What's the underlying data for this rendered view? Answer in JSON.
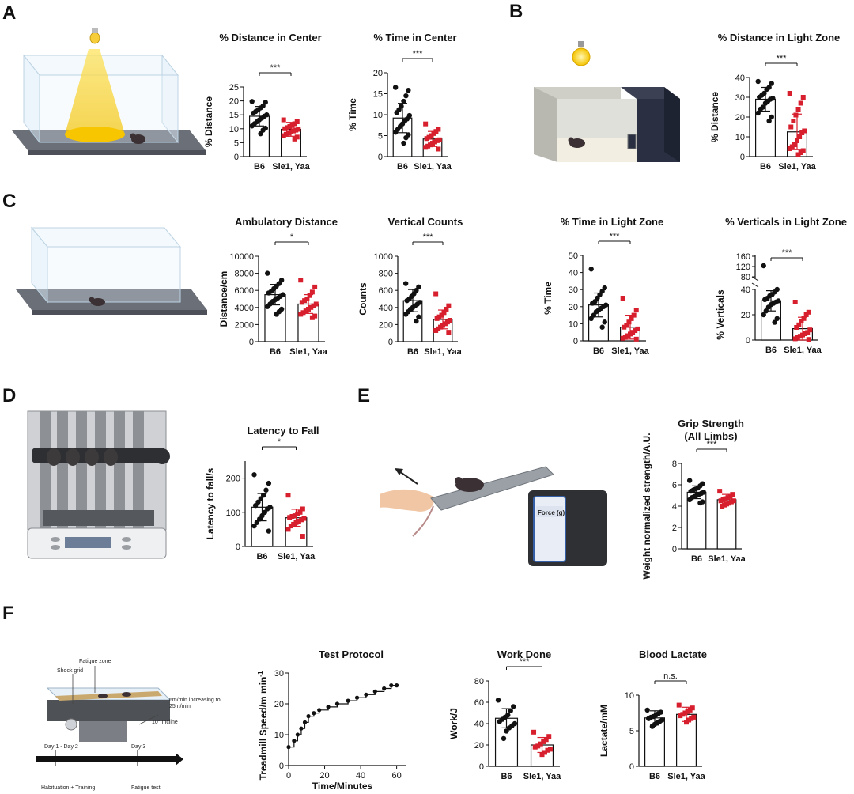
{
  "panels": {
    "A": "A",
    "B": "B",
    "C": "C",
    "D": "D",
    "E": "E",
    "F": "F"
  },
  "colors": {
    "b6": "#111111",
    "sle": "#d71f2e"
  },
  "schematic_text": {
    "force_label": "Force (g)",
    "fatigue_zone": "Fatigue zone",
    "shock_grid": "Shock grid",
    "speed_note_1": "6m/min increasing to",
    "speed_note_2": "25m/min",
    "incline": "10° Incline",
    "day12": "Day 1 - Day 2",
    "day3": "Day 3",
    "habituation": "Habituation + Training",
    "fatigue_test": "Fatigue test"
  },
  "chart_data": [
    {
      "id": "a1",
      "type": "bar",
      "title": "% Distance in Center",
      "ylabel": "% Distance",
      "ylim": [
        0,
        25
      ],
      "yticks": [
        0,
        5,
        10,
        15,
        20,
        25
      ],
      "categories": [
        "B6",
        "Sle1, Yaa"
      ],
      "values": [
        14.5,
        9.8
      ],
      "errors": [
        3.5,
        2.5
      ],
      "points": [
        [
          19.8,
          19.5,
          18.2,
          17.5,
          16.8,
          16.2,
          15.6,
          15,
          14.5,
          13.8,
          13.2,
          12.5,
          11.8,
          11,
          10.2,
          9.5,
          8.2
        ],
        [
          13.2,
          12.5,
          11.8,
          11.2,
          10.8,
          10.4,
          10,
          9.8,
          9.5,
          9.2,
          8.8,
          8.4,
          8,
          7.5,
          7,
          6.3
        ]
      ],
      "significance": "***"
    },
    {
      "id": "a2",
      "type": "bar",
      "title": "% Time in Center",
      "ylabel": "% Time",
      "ylim": [
        0,
        20
      ],
      "yticks": [
        0,
        5,
        10,
        15,
        20
      ],
      "categories": [
        "B6",
        "Sle1, Yaa"
      ],
      "values": [
        9.2,
        4.2
      ],
      "errors": [
        3.5,
        1.8
      ],
      "points": [
        [
          16.5,
          15.8,
          14.5,
          13.2,
          12,
          11.2,
          10.5,
          9.8,
          9,
          8.5,
          7.8,
          7.2,
          6.5,
          5.8,
          5.2,
          4.5,
          3.2
        ],
        [
          7.8,
          6.5,
          6,
          5.5,
          5,
          4.6,
          4.3,
          4,
          3.8,
          3.5,
          3.2,
          2.8,
          2.5,
          2.2,
          1.8
        ]
      ],
      "significance": "***"
    },
    {
      "id": "b1",
      "type": "bar",
      "title": "% Distance in Light Zone",
      "ylabel": "% Distance",
      "ylim": [
        0,
        40
      ],
      "yticks": [
        0,
        10,
        20,
        30,
        40
      ],
      "categories": [
        "B6",
        "Sle1, Yaa"
      ],
      "values": [
        29,
        12.5
      ],
      "errors": [
        6,
        9
      ],
      "points": [
        [
          38,
          37,
          35,
          34,
          32,
          31,
          30,
          29.5,
          29,
          28,
          27,
          25,
          24,
          22,
          20,
          18
        ],
        [
          32,
          30,
          27,
          24,
          21,
          18,
          15,
          13,
          12,
          10,
          8,
          6,
          5,
          4,
          3,
          2,
          1
        ]
      ],
      "significance": "***"
    },
    {
      "id": "c1",
      "type": "bar",
      "title": "Ambulatory Distance",
      "ylabel": "Distance/cm",
      "ylim": [
        0,
        10000
      ],
      "yticks": [
        0,
        2000,
        4000,
        6000,
        8000,
        10000
      ],
      "categories": [
        "B6",
        "Sle1, Yaa"
      ],
      "values": [
        5500,
        4400
      ],
      "errors": [
        1200,
        1100
      ],
      "points": [
        [
          8000,
          7200,
          6800,
          6500,
          6200,
          5900,
          5700,
          5500,
          5300,
          5100,
          4900,
          4700,
          4400,
          4100,
          3800,
          3500,
          3200
        ],
        [
          7200,
          6400,
          5800,
          5400,
          5000,
          4800,
          4600,
          4400,
          4200,
          4000,
          3800,
          3600,
          3400,
          3200,
          3000,
          2800
        ]
      ],
      "significance": "*"
    },
    {
      "id": "c2",
      "type": "bar",
      "title": "Vertical Counts",
      "ylabel": "Counts",
      "ylim": [
        0,
        1000
      ],
      "yticks": [
        0,
        200,
        400,
        600,
        800,
        1000
      ],
      "categories": [
        "B6",
        "Sle1, Yaa"
      ],
      "values": [
        480,
        260
      ],
      "errors": [
        130,
        110
      ],
      "points": [
        [
          680,
          640,
          600,
          560,
          530,
          500,
          480,
          460,
          440,
          420,
          400,
          380,
          350,
          320,
          290,
          240
        ],
        [
          560,
          420,
          380,
          340,
          310,
          290,
          270,
          250,
          230,
          210,
          190,
          170,
          150,
          130,
          110
        ]
      ],
      "significance": "***"
    },
    {
      "id": "c3",
      "type": "bar",
      "title": "% Time in Light Zone",
      "ylabel": "% Time",
      "ylim": [
        0,
        50
      ],
      "yticks": [
        0,
        10,
        20,
        30,
        40,
        50
      ],
      "categories": [
        "B6",
        "Sle1, Yaa"
      ],
      "values": [
        21,
        8
      ],
      "errors": [
        7,
        7
      ],
      "points": [
        [
          42,
          31,
          29,
          27,
          25,
          23,
          22,
          21,
          20,
          19,
          18,
          17,
          15,
          13,
          11,
          8
        ],
        [
          25,
          18,
          15,
          13,
          11,
          9,
          8,
          7,
          6,
          5,
          4,
          3,
          2,
          1.5,
          1
        ]
      ],
      "significance": "***"
    },
    {
      "id": "c4",
      "type": "bar",
      "title": "% Verticals in Light Zone",
      "ylabel": "% Verticals",
      "ylim": [
        0,
        40
      ],
      "yticks": [
        0,
        20,
        40
      ],
      "yticks_upper": [
        80,
        120,
        160
      ],
      "categories": [
        "B6",
        "Sle1, Yaa"
      ],
      "values": [
        31,
        9
      ],
      "errors": [
        8,
        9
      ],
      "points": [
        [
          48,
          40,
          38,
          36,
          35,
          33,
          32,
          31,
          30,
          29,
          28,
          26,
          23,
          20,
          17,
          14
        ],
        [
          30,
          22,
          20,
          17,
          15,
          12,
          10,
          8,
          6,
          5,
          4,
          3,
          2,
          1,
          0.5
        ]
      ],
      "significance": "***",
      "axis_break": true
    },
    {
      "id": "d1",
      "type": "bar",
      "title": "Latency to Fall",
      "ylabel": "Latency to fall/s",
      "ylim": [
        0,
        250
      ],
      "yticks": [
        0,
        100,
        200
      ],
      "categories": [
        "B6",
        "Sle1, Yaa"
      ],
      "values": [
        115,
        84
      ],
      "errors": [
        40,
        25
      ],
      "points": [
        [
          210,
          185,
          165,
          150,
          140,
          130,
          120,
          115,
          110,
          100,
          90,
          80,
          70,
          60,
          45
        ],
        [
          150,
          110,
          100,
          95,
          90,
          88,
          85,
          82,
          78,
          74,
          70,
          65,
          60,
          50,
          30
        ]
      ],
      "significance": "*"
    },
    {
      "id": "e1",
      "type": "bar",
      "title": "Grip Strength",
      "subtitle": "(All Limbs)",
      "ylabel": "Weight normalized strength/A.U.",
      "ylim": [
        0,
        8
      ],
      "yticks": [
        0,
        2,
        4,
        6,
        8
      ],
      "categories": [
        "B6",
        "Sle1, Yaa"
      ],
      "values": [
        5.3,
        4.6
      ],
      "errors": [
        0.6,
        0.5
      ],
      "points": [
        [
          6.4,
          6.1,
          5.9,
          5.7,
          5.6,
          5.5,
          5.4,
          5.3,
          5.2,
          5.1,
          5,
          4.9,
          4.8,
          4.6,
          4.4,
          4.3
        ],
        [
          5.4,
          5.1,
          4.9,
          4.8,
          4.7,
          4.6,
          4.5,
          4.5,
          4.4,
          4.3,
          4.2,
          4.1,
          4
        ]
      ],
      "significance": "***"
    },
    {
      "id": "f1",
      "type": "line",
      "title": "Test Protocol",
      "xlabel": "Time/Minutes",
      "ylabel": "Treadmill Speed/m min",
      "ylabel_sup": "-1",
      "xlim": [
        0,
        65
      ],
      "ylim": [
        0,
        30
      ],
      "xticks": [
        0,
        20,
        40,
        60
      ],
      "yticks": [
        0,
        10,
        20,
        30
      ],
      "x": [
        0,
        3,
        5,
        7,
        9,
        11,
        14,
        17,
        22,
        27,
        33,
        38,
        43,
        48,
        53,
        57,
        60
      ],
      "y": [
        6,
        8,
        10,
        12,
        14,
        16,
        17,
        18,
        19,
        20,
        21,
        22,
        23,
        24,
        25,
        26,
        26
      ]
    },
    {
      "id": "f2",
      "type": "bar",
      "title": "Work Done",
      "ylabel": "Work/J",
      "ylim": [
        0,
        80
      ],
      "yticks": [
        0,
        20,
        40,
        60,
        80
      ],
      "categories": [
        "B6",
        "Sle1, Yaa"
      ],
      "values": [
        45,
        20
      ],
      "errors": [
        9,
        7
      ],
      "points": [
        [
          62,
          56,
          52,
          48,
          46,
          44,
          42,
          40,
          38,
          36,
          33,
          26
        ],
        [
          32,
          28,
          25,
          23,
          21,
          19,
          18,
          16,
          15,
          13,
          11
        ]
      ],
      "significance": "***"
    },
    {
      "id": "f3",
      "type": "bar",
      "title": "Blood Lactate",
      "ylabel": "Lactate/mM",
      "ylim": [
        0,
        10
      ],
      "yticks": [
        0,
        5,
        10
      ],
      "categories": [
        "B6",
        "Sle1, Yaa"
      ],
      "values": [
        6.8,
        7.3
      ],
      "errors": [
        1,
        1
      ],
      "points": [
        [
          7.9,
          7.6,
          7.4,
          7.2,
          7,
          6.9,
          6.7,
          6.5,
          6.3,
          6.1,
          5.9,
          5.6
        ],
        [
          8.6,
          8.2,
          7.9,
          7.7,
          7.5,
          7.3,
          7.1,
          6.9,
          6.7,
          6.5,
          6.2
        ]
      ],
      "significance": "n.s."
    }
  ]
}
